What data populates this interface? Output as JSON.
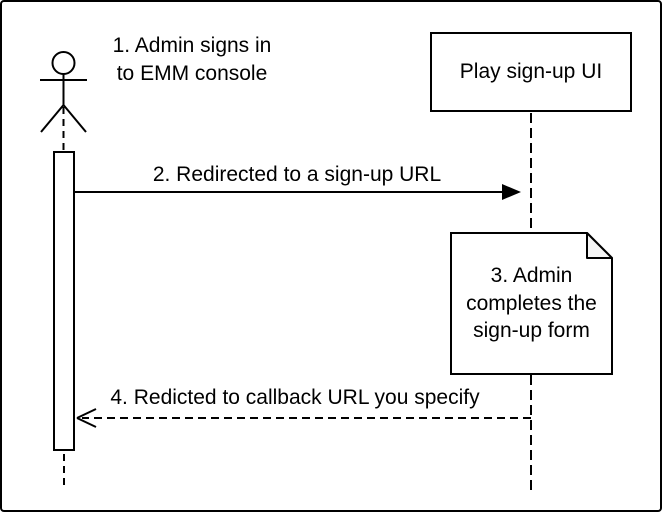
{
  "colors": {
    "stroke": "#000000",
    "fill": "#ffffff",
    "note_fold": "#f5f5f5",
    "background": "#ffffff"
  },
  "participants": {
    "play_signup_ui": {
      "label": "Play sign-up UI"
    }
  },
  "annotations": {
    "step1": "1. Admin signs in\nto EMM console",
    "step2": "2. Redirected to a sign-up URL",
    "step3": "3. Admin\ncompletes the\nsign-up form",
    "step4": "4. Redicted to callback URL you specify"
  }
}
